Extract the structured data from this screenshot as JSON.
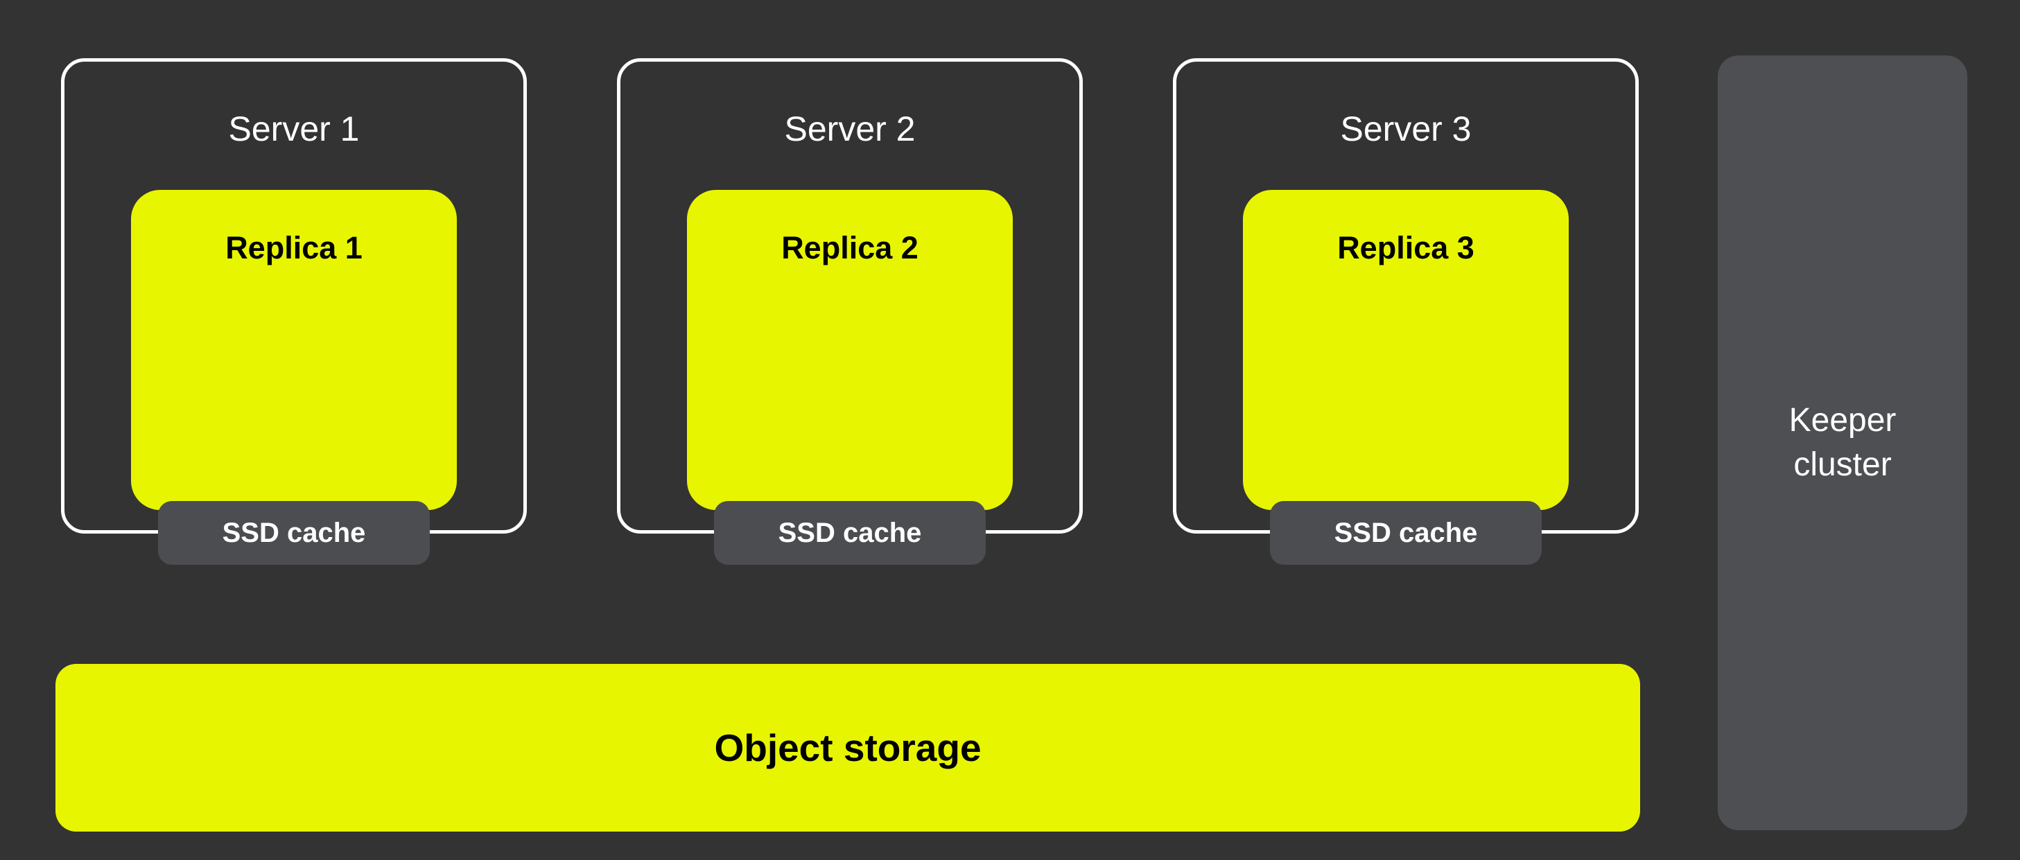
{
  "colors": {
    "bg": "#333333",
    "yellow": "#E8F500",
    "badge-gray": "#4B4D50",
    "keeper-gray": "#4D4F52",
    "border-white": "#FFFFFF",
    "text-light": "#FFFFFF",
    "text-dark": "#000000"
  },
  "servers": [
    {
      "label": "Server 1",
      "replica_label": "Replica 1",
      "cache_label": "SSD cache"
    },
    {
      "label": "Server 2",
      "replica_label": "Replica 2",
      "cache_label": "SSD cache"
    },
    {
      "label": "Server 3",
      "replica_label": "Replica 3",
      "cache_label": "SSD cache"
    }
  ],
  "object_storage": {
    "label": "Object storage"
  },
  "keeper_cluster": {
    "label_line1": "Keeper",
    "label_line2": "cluster"
  }
}
